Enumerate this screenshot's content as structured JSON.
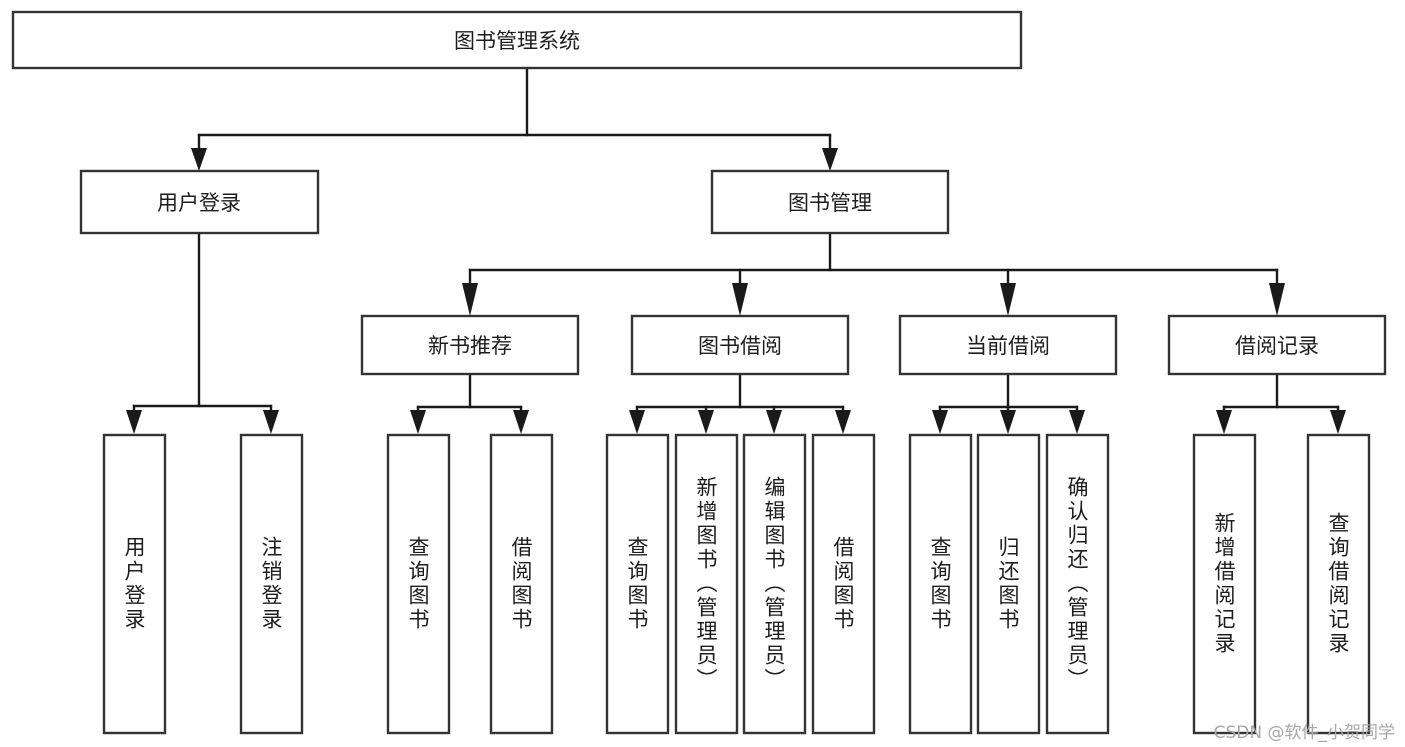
{
  "diagram": {
    "type": "tree-hierarchy",
    "title": "图书管理系统",
    "orientation": "top-down",
    "levels": 4,
    "root": {
      "id": "root",
      "label": "图书管理系统",
      "text_direction": "horizontal"
    },
    "level2": [
      {
        "id": "user-login",
        "label": "用户登录",
        "text_direction": "horizontal"
      },
      {
        "id": "book-manage",
        "label": "图书管理",
        "text_direction": "horizontal"
      }
    ],
    "level3": [
      {
        "id": "new-book-recommend",
        "label": "新书推荐",
        "parent": "book-manage",
        "text_direction": "horizontal"
      },
      {
        "id": "book-borrow",
        "label": "图书借阅",
        "parent": "book-manage",
        "text_direction": "horizontal"
      },
      {
        "id": "current-borrow",
        "label": "当前借阅",
        "parent": "book-manage",
        "text_direction": "horizontal"
      },
      {
        "id": "borrow-record",
        "label": "借阅记录",
        "parent": "book-manage",
        "text_direction": "horizontal"
      }
    ],
    "leaves": [
      {
        "id": "leaf-user-login",
        "label": "用户登录",
        "parent": "user-login",
        "text_direction": "vertical"
      },
      {
        "id": "leaf-logout",
        "label": "注销登录",
        "parent": "user-login",
        "text_direction": "vertical"
      },
      {
        "id": "leaf-query-book-1",
        "label": "查询图书",
        "parent": "new-book-recommend",
        "text_direction": "vertical"
      },
      {
        "id": "leaf-borrow-book-1",
        "label": "借阅图书",
        "parent": "new-book-recommend",
        "text_direction": "vertical"
      },
      {
        "id": "leaf-query-book-2",
        "label": "查询图书",
        "parent": "book-borrow",
        "text_direction": "vertical"
      },
      {
        "id": "leaf-add-book",
        "label": "新增图书（管理员）",
        "parent": "book-borrow",
        "text_direction": "vertical"
      },
      {
        "id": "leaf-edit-book",
        "label": "编辑图书（管理员）",
        "parent": "book-borrow",
        "text_direction": "vertical"
      },
      {
        "id": "leaf-borrow-book-2",
        "label": "借阅图书",
        "parent": "book-borrow",
        "text_direction": "vertical"
      },
      {
        "id": "leaf-query-book-3",
        "label": "查询图书",
        "parent": "current-borrow",
        "text_direction": "vertical"
      },
      {
        "id": "leaf-return-book",
        "label": "归还图书",
        "parent": "current-borrow",
        "text_direction": "vertical"
      },
      {
        "id": "leaf-confirm-return",
        "label": "确认归还（管理员）",
        "parent": "current-borrow",
        "text_direction": "vertical"
      },
      {
        "id": "leaf-add-record",
        "label": "新增借阅记录",
        "parent": "borrow-record",
        "text_direction": "vertical"
      },
      {
        "id": "leaf-query-record",
        "label": "查询借阅记录",
        "parent": "borrow-record",
        "text_direction": "vertical"
      }
    ]
  },
  "watermark": {
    "text": "CSDN @软件_小贺同学"
  },
  "colors": {
    "box_border": "#333333",
    "box_fill": "#ffffff",
    "line": "#1a1a1a",
    "text": "#1d1d1d",
    "watermark": "#a8a8a8",
    "background": "#ffffff"
  }
}
